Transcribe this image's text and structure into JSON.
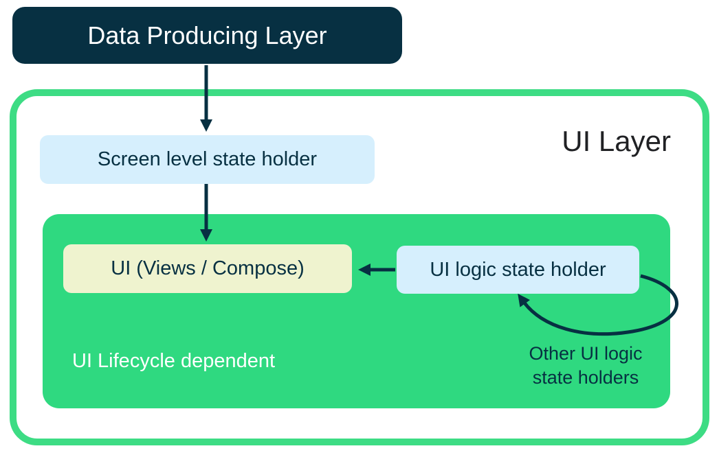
{
  "colors": {
    "dark_teal": "#073042",
    "green_border": "#3ddc84",
    "green_fill": "#2fd980",
    "light_blue": "#d6effd",
    "light_yellow": "#eff3cf",
    "title_text": "#202124",
    "white": "#ffffff"
  },
  "diagram": {
    "data_producing_layer": "Data Producing Layer",
    "ui_layer_title": "UI Layer",
    "screen_state_holder": "Screen level state holder",
    "ui_views_compose": "UI (Views / Compose)",
    "ui_logic_state_holder": "UI logic state holder",
    "lifecycle_label": "UI Lifecycle dependent",
    "other_ui_logic_label": "Other UI logic state holders"
  }
}
